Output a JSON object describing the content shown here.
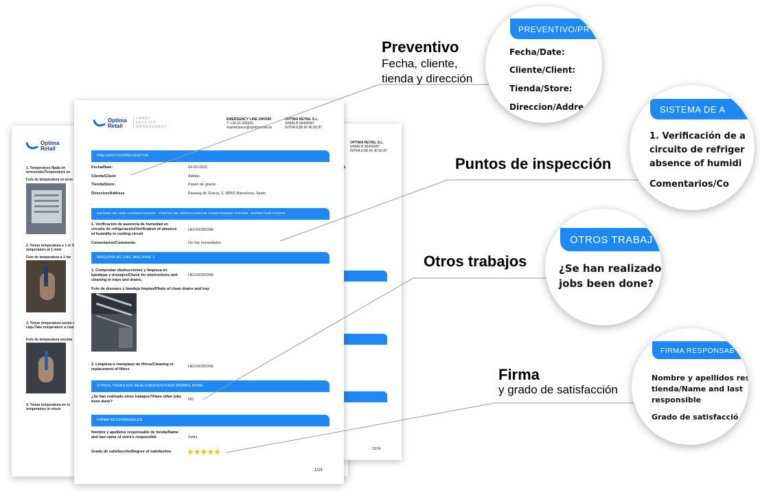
{
  "front_doc": {
    "logo_name_1": "Optima",
    "logo_name_2": "Retail",
    "logo_tagline": [
      "SMART",
      "FACILITY",
      "MANAGEMENT"
    ],
    "emergency_title": "EMERGENCY LINE 24H/365",
    "emergency_phone": "T: +34 91 433600",
    "emergency_email": "maintenance@optimaretail.es",
    "company_name": "OPTIMA RETAIL S.L.",
    "company_line2": "SPAIN B 66405087",
    "company_line3": "INTRA ESB 66 40 50 87",
    "section_preventive": "PREVENTIVO/PREVENTIVE",
    "fields": [
      {
        "label": "Fecha/Date:",
        "value": "04-03-2022"
      },
      {
        "label": "Cliente/Client:",
        "value": "Adidas"
      },
      {
        "label": "Tienda/Store:",
        "value": "Paseo de gracia"
      },
      {
        "label": "Direccion/Address",
        "value": "Passeig de Gràcia, 3, 08001 Barcelona, Spain"
      }
    ],
    "section_ac": "SISTEMA DE AIRE ACONDICIONADO - PUNTOS DE INSPECCIÓN/AIR CONDITIONING SYSTEM  - INSPECTION POINTS",
    "ac_item1_label": "1. Verificación de ausencia de humedad en circuito de refrigeración/Verification of absence of humidity in cooling circuit",
    "ac_item1_value": "HECHO/DONE",
    "comments_label": "Comentarios/Comments:",
    "comments_value": "No hay humedades",
    "section_machine": "MÁQUINA AC 1/AC MACHINE 1",
    "machine_item1_label": "1. Comprobar obstrucciones y limpieza en bandejas y drenajes/Check for obstructions and cleaning in trays and drains.",
    "machine_item1_value": "HECHO/DONE",
    "photo_caption": "Foto de drenajes y bandeja limpias/Photo of clean drains and tray",
    "machine_item2_label": "2. Limpieza o reemplazo de filtros/Cleaning or replacement of filters",
    "machine_item2_value": "HECHO/DONE",
    "section_other": "OTROS TRABAJOS REALIZADOS/OTHER WORKS DONE",
    "other_label": "¿Se han realizado otros trabajos?/Have other jobs been done?",
    "other_value": "NO",
    "section_sign": "FIRMA RESPONSABLES",
    "sign_label": "Nombre y apellidos responsable de tienda/Name and last name of store's responsible",
    "sign_value": "Zeltia",
    "satisfaction_label": "Grado de satisfacción/Degree of satisfaction",
    "stars": "★★★★★",
    "page": "1/24"
  },
  "back_doc": {
    "logo_name_1": "Optima",
    "logo_name_2": "Retail",
    "item1": "1. Temperatura fijada en termostato/Temperature se",
    "item1_photo": "Foto de temperatura en term",
    "item2": "2. Tomar temperatura a 1 m Take temperature at 1 mete",
    "item2_photo": "Foto de temperatura a 1 me",
    "item3": "3. Tomar temperatura encim de caja./Take temperature a counter.",
    "item3_photo": "Foto de temperatura encima",
    "item4": "4. Tomar temperatura en re temperature in return",
    "page": "23/24"
  },
  "right_doc": {
    "company_name": "OPTIMA RETAIL S.L.",
    "company_line2": "SPAIN B 66405087",
    "company_line3": "INTRA ESB 66 40 50 87",
    "s_letter": "S"
  },
  "callouts": {
    "preventivo_title": "Preventivo",
    "preventivo_sub1": "Fecha, cliente,",
    "preventivo_sub2": "tienda y dirección",
    "puntos_title": "Puntos de inspección",
    "otros_title": "Otros trabajos",
    "firma_title": "Firma",
    "firma_sub": "y grado de satisfacción"
  },
  "circles": {
    "c1_header": "PREVENTIVO/PR",
    "c1_lines": [
      "Fecha/Date:",
      "Cliente/Client:",
      "Tienda/Store:",
      "Direccion/Addre"
    ],
    "c2_header": "SISTEMA DE A",
    "c2_lines": [
      "1. Verificación de a",
      "circuito de refriger",
      "absence of humidi",
      "Comentarios/Co"
    ],
    "c3_header": "OTROS TRABAJ",
    "c3_lines": [
      "¿Se han realizado",
      "jobs been done?"
    ],
    "c4_header": "FIRMA RESPONSAB",
    "c4_lines": [
      "Nombre y apellidos res",
      "tienda/Name and last",
      "responsible",
      "Grado de satisfacció"
    ]
  },
  "colors": {
    "accent": "#1e88f5",
    "star": "#f2c100",
    "logo": "#1565d8"
  }
}
